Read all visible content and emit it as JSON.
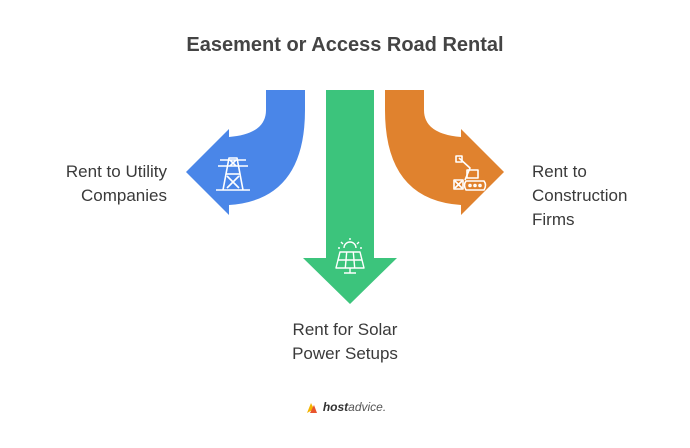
{
  "title": "Easement or Access Road Rental",
  "branches": {
    "left": {
      "lines": [
        "Rent to Utility",
        "Companies"
      ],
      "color": "#4A86E8",
      "icon": "transmission-tower-icon"
    },
    "center": {
      "lines": [
        "Rent for Solar",
        "Power Setups"
      ],
      "color": "#3CC47C",
      "icon": "solar-panel-icon"
    },
    "right": {
      "lines": [
        "Rent to",
        "Construction",
        "Firms"
      ],
      "color": "#E0822E",
      "icon": "excavator-icon"
    }
  },
  "brand": {
    "part1": "host",
    "part2": "advice."
  }
}
